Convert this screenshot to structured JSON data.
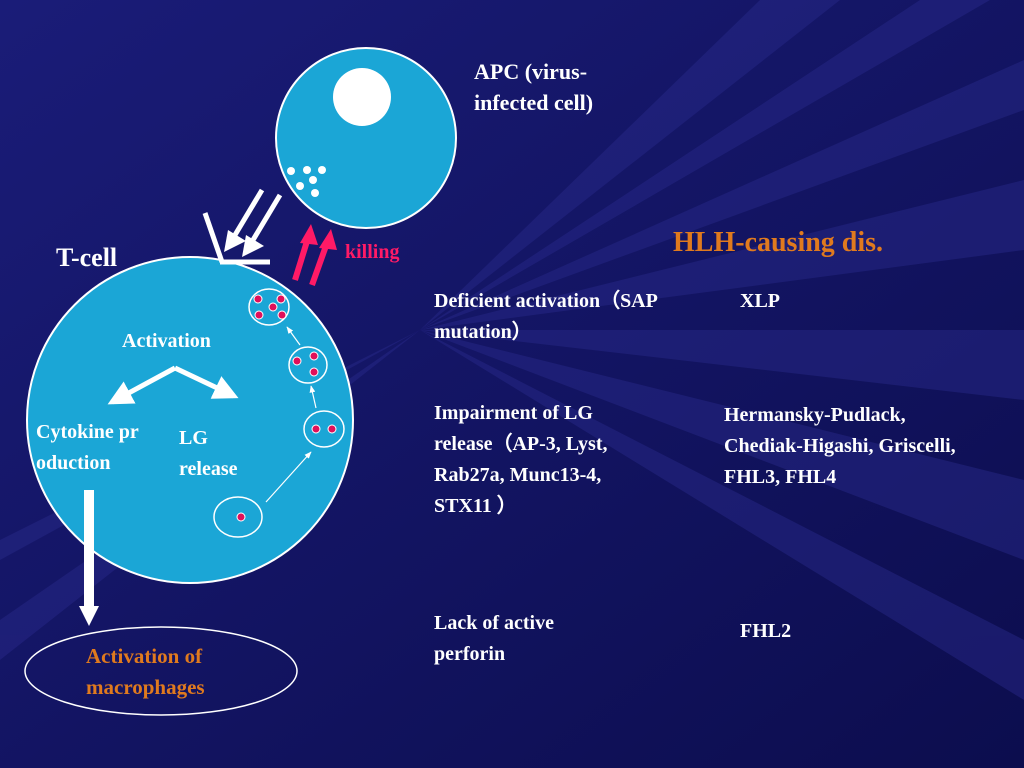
{
  "labels": {
    "apc": "APC (virus-infected cell)",
    "tcell": "T-cell",
    "killing": "killing",
    "activation": "Activation",
    "cytokine": "Cytokine production",
    "lg_release": "LG release",
    "macrophages": "Activation of macrophages",
    "hlh_heading": "HLH-causing dis."
  },
  "rows": [
    {
      "mechanism": "Deficient activation（SAP mutation）",
      "disease": "XLP"
    },
    {
      "mechanism": "Impairment of LG release（AP-3, Lyst,　Rab27a, Munc13-4,　STX11 ）",
      "disease": "Hermansky-Pudlack, Chediak-Higashi, Griscelli, FHL3, FHL4"
    },
    {
      "mechanism": "Lack of active perforin",
      "disease": "FHL2"
    }
  ],
  "colors": {
    "background": "#17186e",
    "cell_fill": "#1ba6d6",
    "granule": "#e0105a",
    "heading": "#e07a1e",
    "killing_arrow": "#ff1a66"
  }
}
